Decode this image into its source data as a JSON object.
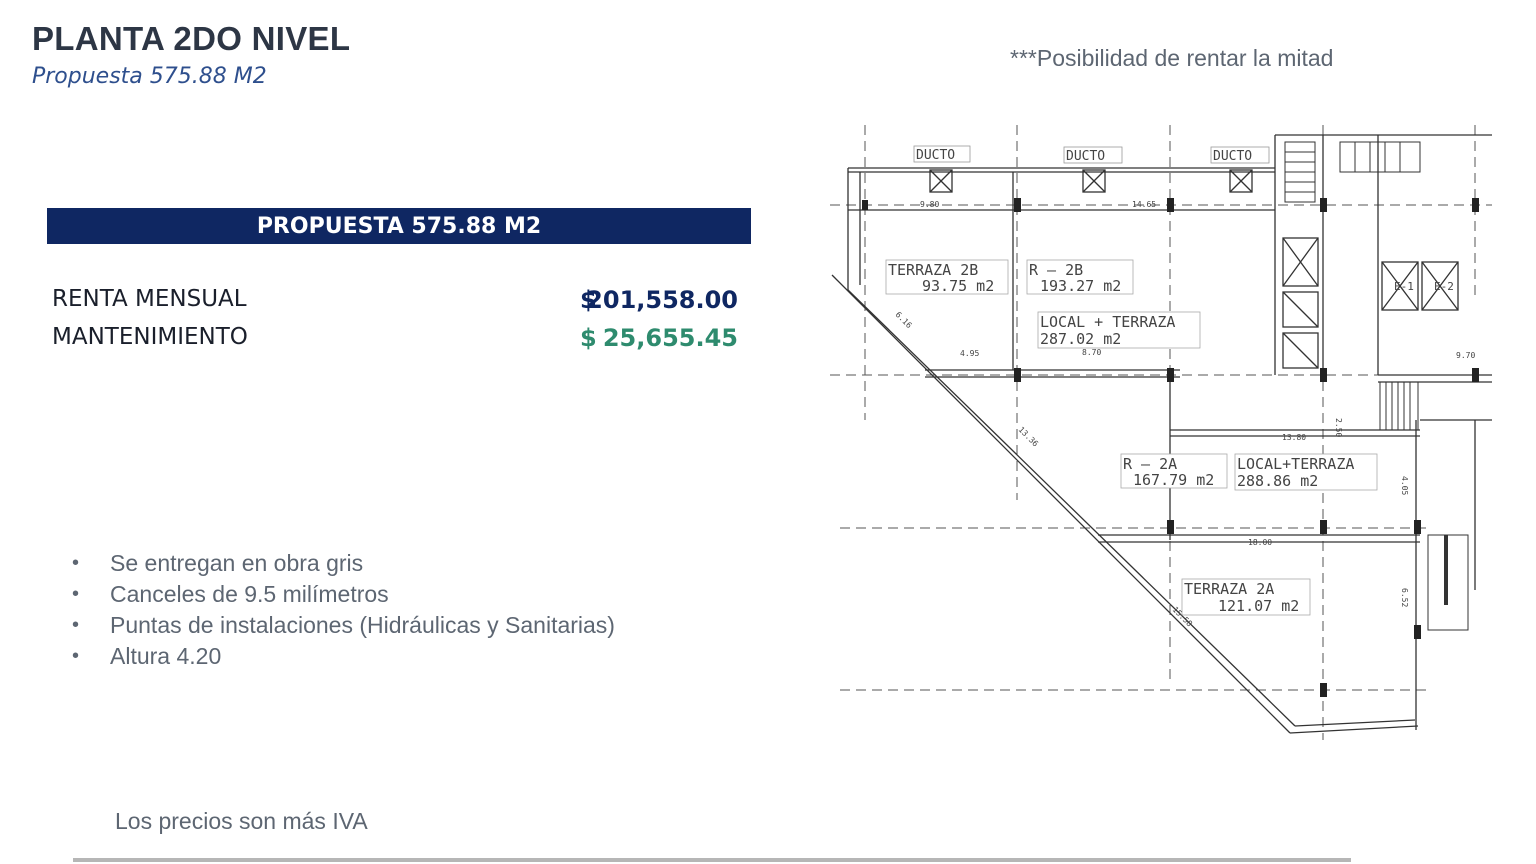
{
  "header": {
    "title": "PLANTA 2DO NIVEL",
    "subtitle": "Propuesta 575.88 M2",
    "note": "***Posibilidad de rentar la mitad"
  },
  "proposal": {
    "banner": "PROPUESTA 575.88  M2",
    "rows": [
      {
        "label": "RENTA MENSUAL",
        "currency": "$",
        "amount": "201,558.00"
      },
      {
        "label": "MANTENIMIENTO",
        "currency": "$",
        "amount": "25,655.45"
      }
    ]
  },
  "features": {
    "bullet": "•",
    "items": [
      "Se entregan en obra gris",
      "Canceles de 9.5 milímetros",
      "Puntas de instalaciones (Hidráulicas y Sanitarias)",
      "Altura 4.20"
    ]
  },
  "footer": {
    "text": "Los precios son más IVA"
  },
  "floor_plan": {
    "ducts": [
      "DUCTO",
      "DUCTO",
      "DUCTO"
    ],
    "rooms": [
      {
        "name": "TERRAZA  2B",
        "area": "93.75  m2"
      },
      {
        "name": "R  –  2B",
        "area": "193.27  m2"
      },
      {
        "name": "LOCAL  +  TERRAZA",
        "area": "287.02  m2"
      },
      {
        "name": "R  –  2A",
        "area": "167.79  m2"
      },
      {
        "name": "LOCAL+TERRAZA",
        "area": "288.86  m2"
      },
      {
        "name": "TERRAZA  2A",
        "area": "121.07  m2"
      }
    ],
    "dimensions": [
      "9.80",
      "14.65",
      "6.16",
      "4.95",
      "8.70",
      "13.36",
      "2.50",
      "13.80",
      "4.05",
      "18.00",
      "6.52",
      "15.58",
      "9.70"
    ],
    "elevators": [
      "E-1",
      "E-2"
    ],
    "colors": {
      "line": "#333333",
      "label_border": "#aaaaaa",
      "label_text": "#444444"
    }
  },
  "colors": {
    "banner_bg": "#0f2762",
    "renta_value": "#0f2762",
    "mantenimiento_value": "#2e8b6e",
    "subtitle": "#2e4f8d",
    "body_text": "#5d6672"
  }
}
